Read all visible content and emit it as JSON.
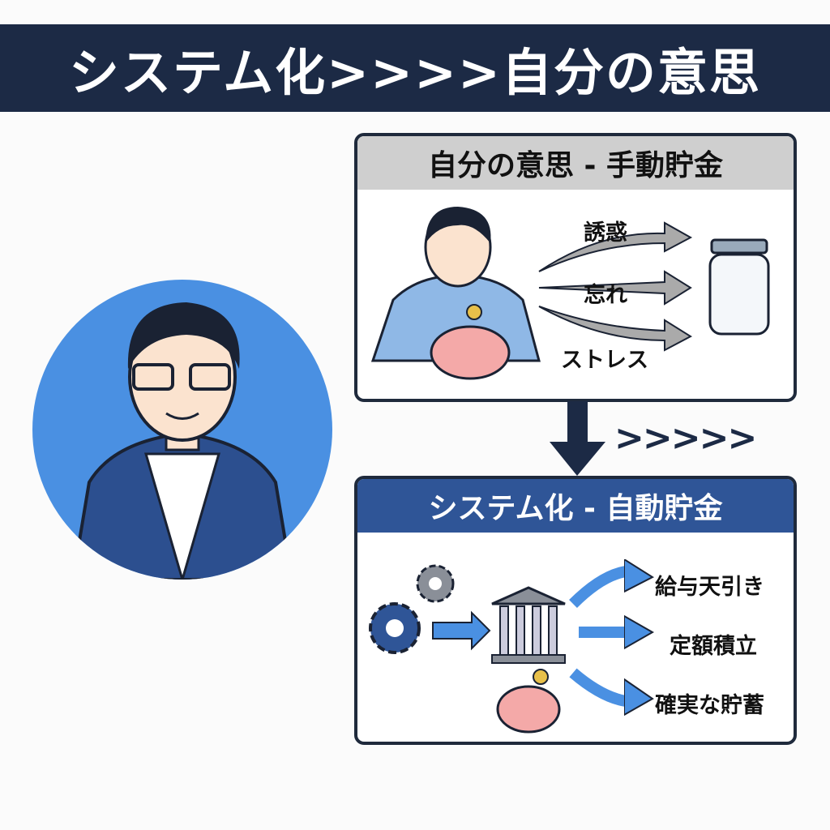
{
  "title": "システム化>>>>自分の意思",
  "manual": {
    "heading": "自分の意思 - 手動貯金",
    "labels": [
      "誘惑",
      "忘れ",
      "ストレス"
    ]
  },
  "transition": ">>>>>",
  "auto": {
    "heading": "システム化 - 自動貯金",
    "labels": [
      "給与天引き",
      "定額積立",
      "確実な貯蓄"
    ]
  },
  "colors": {
    "navy": "#1c2a45",
    "blue": "#2f5597",
    "avatar_bg": "#4a90e2",
    "gray": "#cfcfcf"
  }
}
